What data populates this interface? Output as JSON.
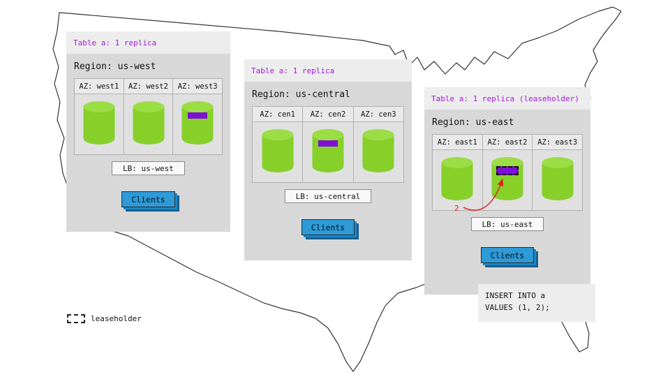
{
  "colors": {
    "panel_bg": "#d8d8d8",
    "header_bg": "#ededed",
    "table_label_purple": "#a21bd6",
    "cylinder_green": "#87d02a",
    "cylinder_top_green": "#9bdd45",
    "range_purple": "#7e0fd6",
    "clients_blue": "#2e9ad7",
    "annotation_red": "#e01b1b"
  },
  "regions": [
    {
      "id": "us-west",
      "table_label": "Table a: 1 replica",
      "region_label": "Region: us-west",
      "lb_label": "LB: us-west",
      "clients_label": "Clients",
      "azs": [
        {
          "label": "AZ: west1"
        },
        {
          "label": "AZ: west2"
        },
        {
          "label": "AZ: west3"
        }
      ]
    },
    {
      "id": "us-central",
      "table_label": "Table a: 1 replica",
      "region_label": "Region: us-central",
      "lb_label": "LB: us-central",
      "clients_label": "Clients",
      "azs": [
        {
          "label": "AZ: cen1"
        },
        {
          "label": "AZ: cen2"
        },
        {
          "label": "AZ: cen3"
        }
      ]
    },
    {
      "id": "us-east",
      "table_label": "Table a: 1 replica (leaseholder)",
      "region_label": "Region: us-east",
      "lb_label": "LB: us-east",
      "clients_label": "Clients",
      "annotation": "2",
      "azs": [
        {
          "label": "AZ: east1"
        },
        {
          "label": "AZ: east2"
        },
        {
          "label": "AZ: east3"
        }
      ]
    }
  ],
  "sql_note": {
    "line1": "INSERT INTO a",
    "line2": "VALUES (1, 2);"
  },
  "legend": {
    "label": "leaseholder"
  }
}
